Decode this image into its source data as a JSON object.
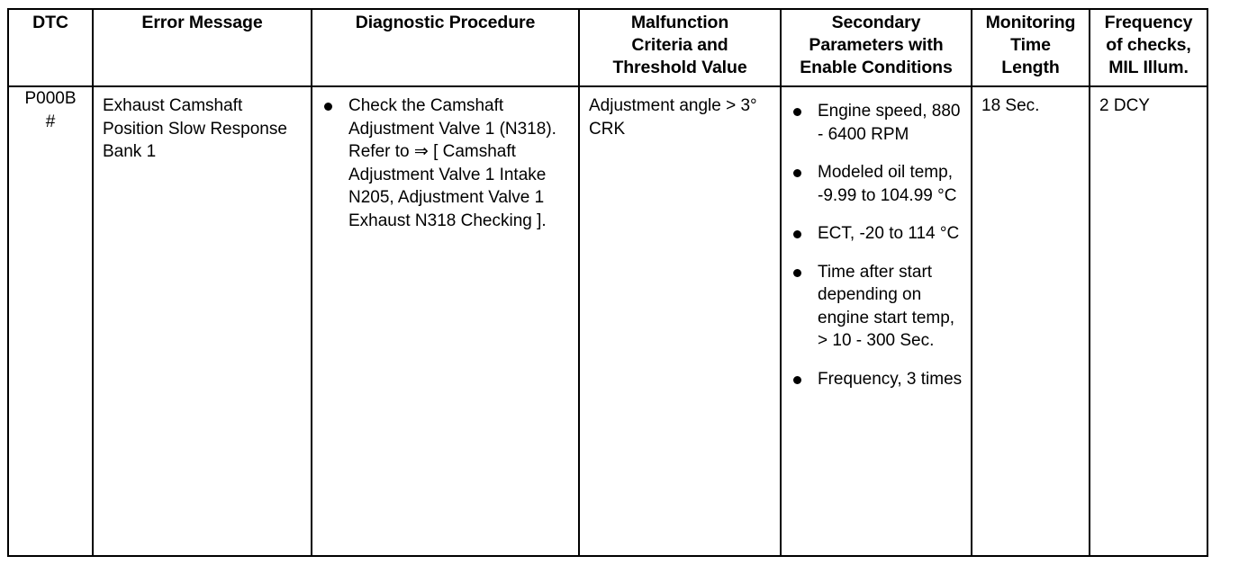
{
  "table": {
    "columns": [
      {
        "key": "dtc",
        "header": "DTC"
      },
      {
        "key": "err",
        "header": "Error Message"
      },
      {
        "key": "diag",
        "header": "Diagnostic Procedure"
      },
      {
        "key": "malf",
        "header_lines": [
          "Malfunction",
          "Criteria and",
          "Threshold Value"
        ]
      },
      {
        "key": "sec",
        "header_lines": [
          "Secondary",
          "Parameters with",
          "Enable Conditions"
        ]
      },
      {
        "key": "mon",
        "header_lines": [
          "Monitoring",
          "Time",
          "Length"
        ]
      },
      {
        "key": "freq",
        "header_lines": [
          "Frequency",
          "of checks,",
          "MIL Illum."
        ]
      }
    ],
    "header": {
      "dtc": "DTC",
      "err": "Error Message",
      "diag": "Diagnostic Procedure",
      "malf_l1": "Malfunction",
      "malf_l2": "Criteria and",
      "malf_l3": "Threshold Value",
      "sec_l1": "Secondary",
      "sec_l2": "Parameters with",
      "sec_l3": "Enable Conditions",
      "mon_l1": "Monitoring",
      "mon_l2": "Time",
      "mon_l3": "Length",
      "freq_l1": "Frequency",
      "freq_l2": "of checks,",
      "freq_l3": "MIL Illum."
    },
    "row": {
      "dtc_code": "P000B",
      "dtc_marker": "#",
      "error_message": "Exhaust Camshaft Position Slow Response Bank 1",
      "diagnostic_procedure": [
        "Check the Camshaft Adjustment Valve 1 (N318). Refer to ⇒ [ Camshaft Adjustment Valve 1 Intake N205, Adjustment Valve 1 Exhaust N318 Checking ]."
      ],
      "malfunction_criteria": "Adjustment angle > 3° CRK",
      "secondary_parameters": [
        "Engine speed, 880 - 6400 RPM",
        "Modeled oil temp, -9.99 to 104.99 °C",
        "ECT, -20 to 114 °C",
        "Time after start depending on engine start temp, > 10 - 300 Sec.",
        "Frequency, 3 times"
      ],
      "monitoring_time_length": "18 Sec.",
      "frequency_of_checks": "2 DCY"
    }
  },
  "colors": {
    "border": "#000000",
    "text": "#000000",
    "background": "#ffffff"
  }
}
